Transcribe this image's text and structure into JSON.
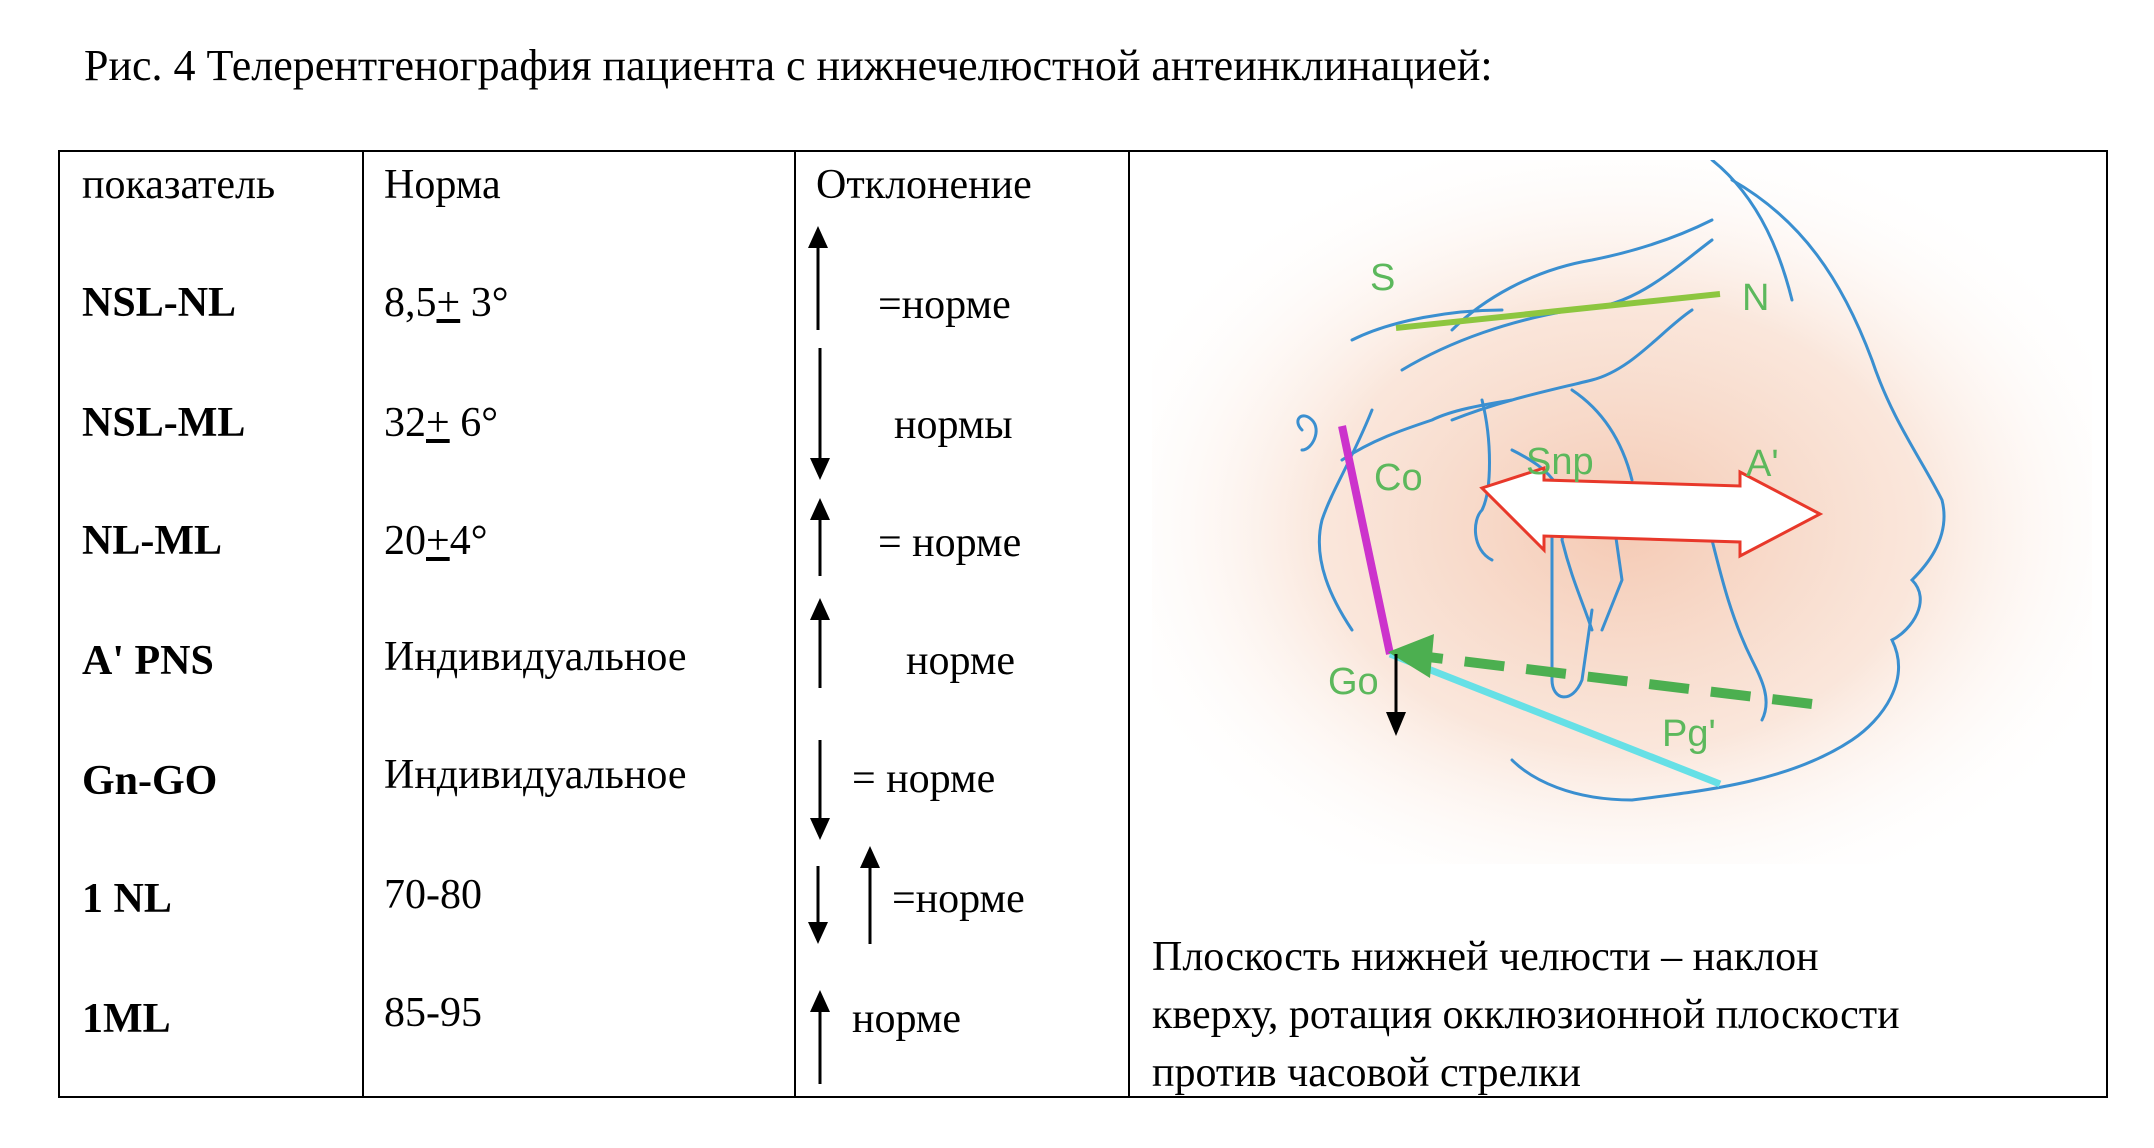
{
  "caption": "Рис. 4 Телерентгенография пациента с нижнечелюстной антеинклинацией:",
  "table": {
    "headers": {
      "indicator": "показатель",
      "norm": "Норма",
      "deviation": "Отклонение"
    },
    "rows": [
      {
        "indicator": "NSL-NL",
        "norm_a": "8,5",
        "norm_pm": "+",
        "norm_b": " 3°",
        "deviation": "=норме",
        "arrows": [
          "up"
        ]
      },
      {
        "indicator": "NSL-ML",
        "norm_a": "32",
        "norm_pm": "+",
        "norm_b": " 6°",
        "deviation": "нормы",
        "arrows": [
          "down"
        ]
      },
      {
        "indicator": "NL-ML",
        "norm_a": "20",
        "norm_pm": "+",
        "norm_b": "4°",
        "deviation": "= норме",
        "arrows": [
          "up"
        ]
      },
      {
        "indicator": "A' PNS",
        "norm_a": "Индивидуальное",
        "norm_pm": "",
        "norm_b": "",
        "deviation": "норме",
        "arrows": [
          "up"
        ]
      },
      {
        "indicator": "Gn-GO",
        "norm_a": "Индивидуальное",
        "norm_pm": "",
        "norm_b": "",
        "deviation": "= норме",
        "arrows": [
          "down"
        ]
      },
      {
        "indicator": "1 NL",
        "norm_a": "70-80",
        "norm_pm": "",
        "norm_b": "",
        "deviation": "=норме",
        "arrows": [
          "down",
          "up"
        ]
      },
      {
        "indicator": "1ML",
        "norm_a": "85-95",
        "norm_pm": "",
        "norm_b": "",
        "deviation": "норме",
        "arrows": [
          "up"
        ]
      }
    ]
  },
  "diagram": {
    "labels": {
      "s": "S",
      "n": "N",
      "co": "Co",
      "snp": "Snp",
      "a_prime": "A'",
      "go": "Go",
      "pg_prime": "Pg'"
    },
    "colors": {
      "label_green": "#5cb85c",
      "nsl_line": "#8dc63f",
      "ramus_line": "#cc33cc",
      "mandible_line": "#66e0e6",
      "occlusal_dashed": "#4caf50",
      "double_arrow_stroke": "#e8382a",
      "tracing_blue": "#3a8fd0",
      "halo": "#f4c7b0"
    }
  },
  "note": {
    "line1": "Плоскость нижней челюсти – наклон",
    "line2": "кверху, ротация окклюзионной плоскости",
    "line3": "против часовой стрелки"
  }
}
